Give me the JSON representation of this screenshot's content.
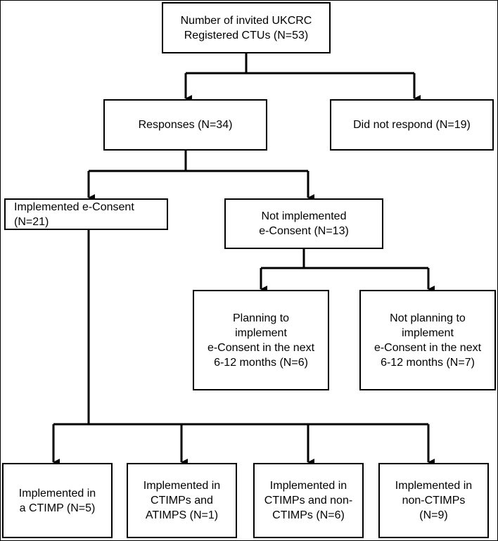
{
  "nodes": {
    "invited": "Number of invited UKCRC\nRegistered CTUs (N=53)",
    "responses": "Responses (N=34)",
    "no_response": "Did not respond (N=19)",
    "implemented": "Implemented e-Consent\n(N=21)",
    "not_implemented": "Not implemented\ne-Consent (N=13)",
    "planning": "Planning to\nimplement\ne-Consent in the next\n6-12 months (N=6)",
    "not_planning": "Not planning to\nimplement\ne-Consent in the next\n6-12 months (N=7)",
    "ctimp": "Implemented in\na CTIMP (N=5)",
    "ctimps_atimps": "Implemented in\nCTIMPs and\nATIMPS (N=1)",
    "ctimps_nonctimps": "Implemented in\nCTIMPs and non-\nCTIMPs (N=6)",
    "non_ctimps": "Implemented in\nnon-CTIMPs\n(N=9)"
  },
  "colors": {
    "line": "#000000",
    "box_border": "#000000",
    "background": "#ffffff"
  }
}
